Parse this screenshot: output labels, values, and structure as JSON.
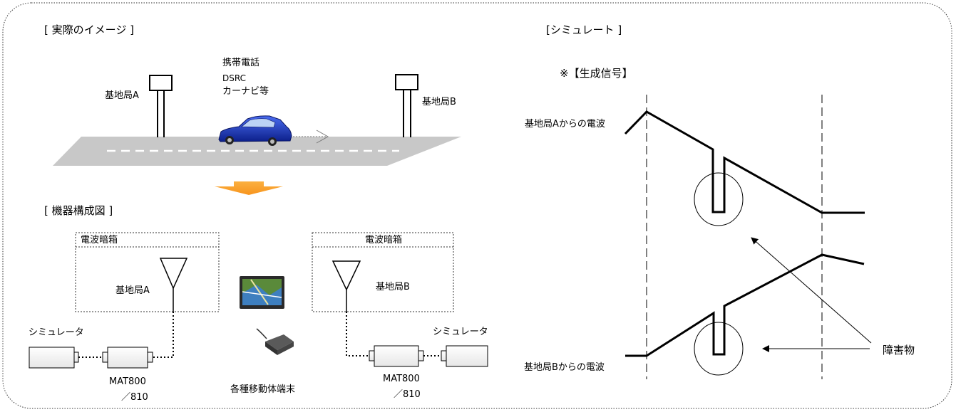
{
  "left": {
    "heading_actual": "[ 実際のイメージ ]",
    "station_a": "基地局A",
    "station_b": "基地局B",
    "devices": [
      "携帯電話",
      "DSRC",
      "カーナビ等"
    ],
    "heading_config": "[ 機器構成図 ]",
    "shield_box_a": "電波暗箱",
    "shield_box_b": "電波暗箱",
    "box_station_a": "基地局A",
    "box_station_b": "基地局B",
    "simulator_left": "シミュレータ",
    "simulator_right": "シミュレータ",
    "mat_left": [
      "MAT800",
      "／810"
    ],
    "mat_right": [
      "MAT800",
      "／810"
    ],
    "mobile_terminals": "各種移動体端末"
  },
  "right": {
    "heading": "[シミュレート ]",
    "generated_signal": "※【生成信号】",
    "wave_a": "基地局Aからの電波",
    "wave_b": "基地局Bからの電波",
    "obstacle": "障害物"
  },
  "colors": {
    "arrow": "#f7941d",
    "car": "#1f3fbf",
    "road": "#c8c8c8",
    "dashed_line": "#808080"
  }
}
